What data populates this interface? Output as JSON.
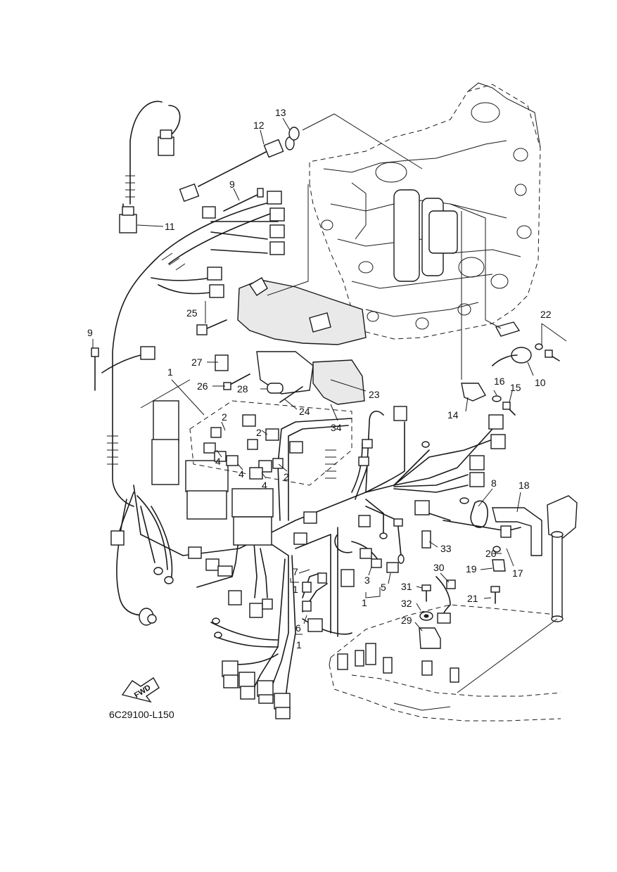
{
  "diagram": {
    "drawing_code": "6C29100-L150",
    "direction_label": "FWD",
    "callouts": [
      "1",
      "1",
      "1",
      "1",
      "2",
      "2",
      "2",
      "3",
      "4",
      "4",
      "4",
      "5",
      "6",
      "7",
      "8",
      "9",
      "9",
      "10",
      "11",
      "12",
      "13",
      "14",
      "15",
      "16",
      "17",
      "18",
      "19",
      "20",
      "21",
      "22",
      "23",
      "24",
      "25",
      "26",
      "27",
      "28",
      "29",
      "30",
      "31",
      "32",
      "33",
      "34"
    ]
  }
}
